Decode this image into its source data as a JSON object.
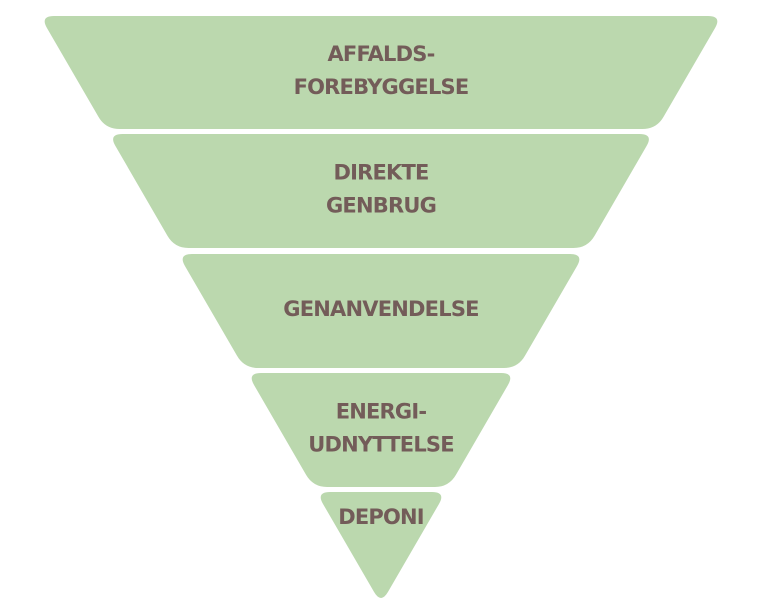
{
  "diagram": {
    "type": "inverted-pyramid",
    "fill_color": "#bbd8ae",
    "text_color": "#735c59",
    "tiers": [
      {
        "lines": [
          "AFFALDS-",
          "FOREBYGGELSE"
        ]
      },
      {
        "lines": [
          "DIREKTE",
          "GENBRUG"
        ]
      },
      {
        "lines": [
          "GENANVENDELSE"
        ]
      },
      {
        "lines": [
          "ENERGI-",
          "UDNYTTELSE"
        ]
      },
      {
        "lines": [
          "DEPONI"
        ]
      }
    ]
  }
}
